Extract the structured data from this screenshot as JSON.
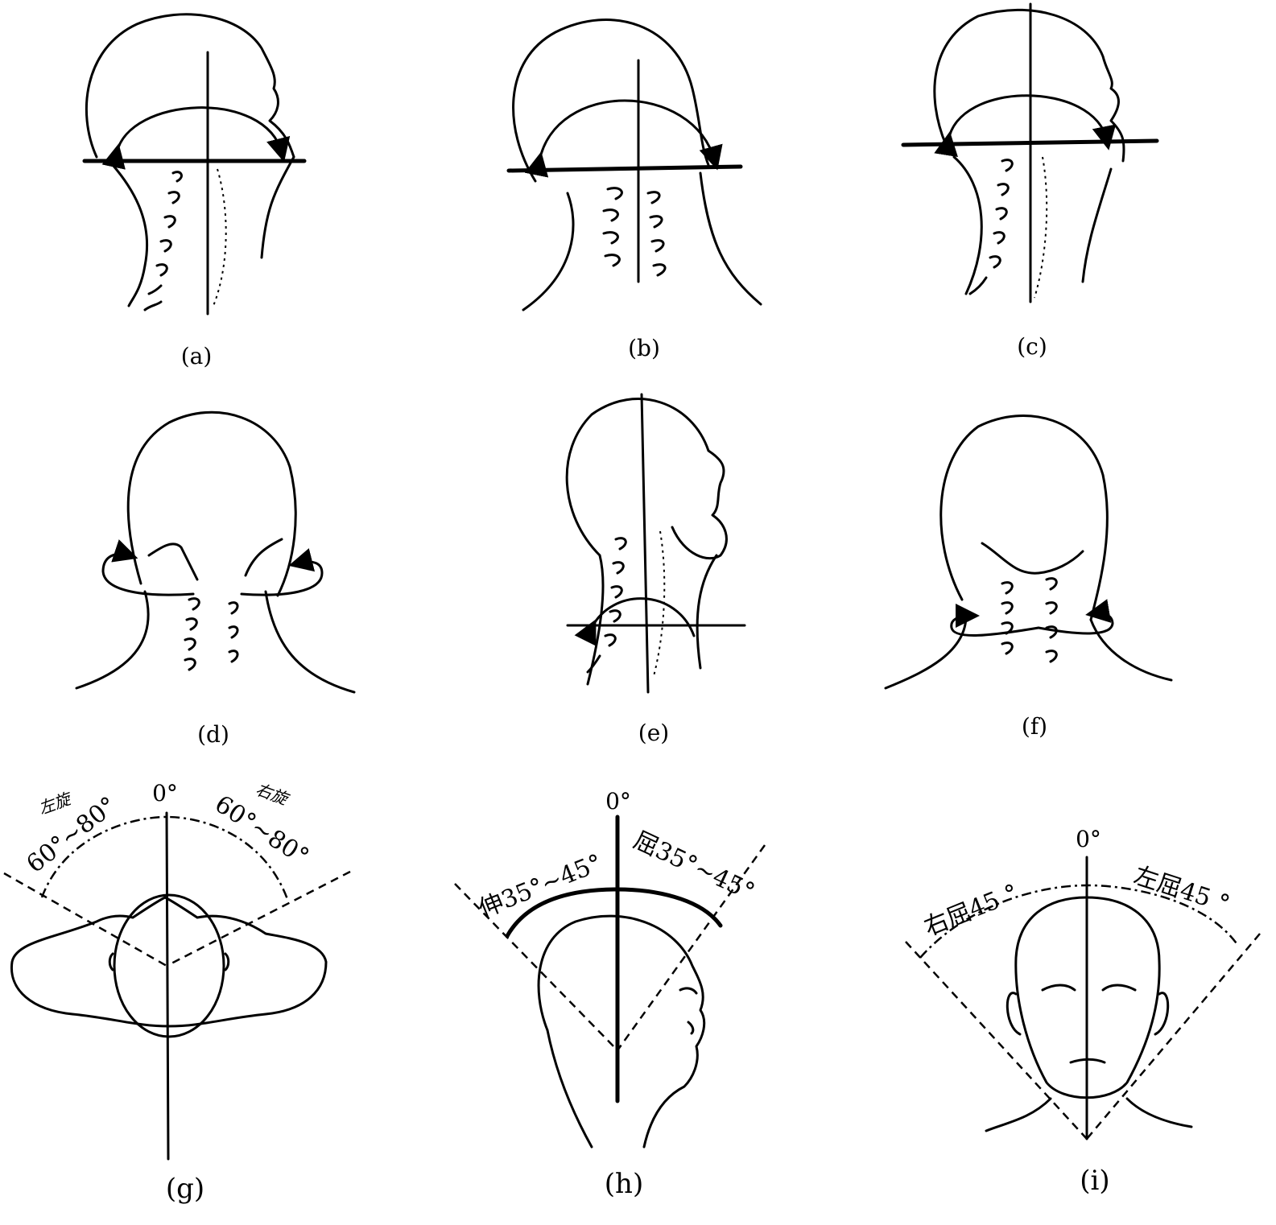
{
  "panels": {
    "a": {
      "caption": "(a)"
    },
    "b": {
      "caption": "(b)"
    },
    "c": {
      "caption": "(c)"
    },
    "d": {
      "caption": "(d)"
    },
    "e": {
      "caption": "(e)"
    },
    "f": {
      "caption": "(f)"
    },
    "g": {
      "caption": "(g)",
      "zero": "0°",
      "left_label": "左旋",
      "right_label": "右旋",
      "left_range": "60°~80°",
      "right_range": "60°~80°"
    },
    "h": {
      "caption": "(h)",
      "zero": "0°",
      "left_label": "伸35°~45°",
      "right_label": "屈35°~45°"
    },
    "i": {
      "caption": "(i)",
      "zero": "0°",
      "left_label": "右屈45 °",
      "right_label": "左屈45 °"
    }
  }
}
